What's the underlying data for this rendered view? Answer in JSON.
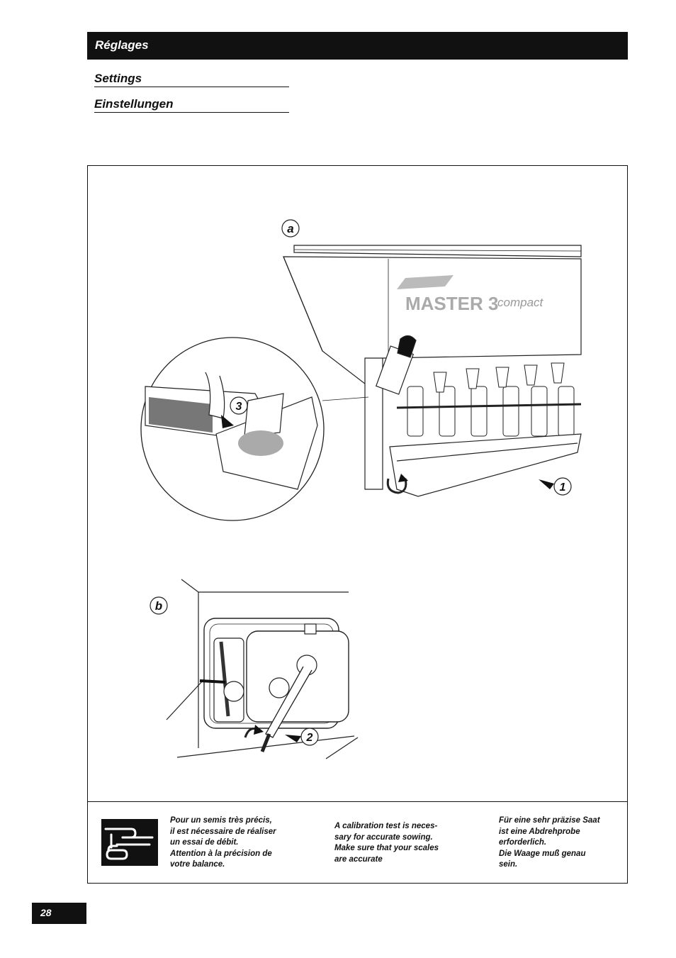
{
  "header": {
    "title": "Réglages"
  },
  "subheadings": {
    "en": "Settings",
    "de": "Einstellungen"
  },
  "figure": {
    "label_a": "a",
    "label_b": "b",
    "brand": "MASTER 3",
    "brand_suffix": "compact",
    "callout_1": "1",
    "callout_2": "2",
    "callout_3": "3"
  },
  "note": {
    "icon": "pointing-hand-icon",
    "fr": "Pour un semis très précis,\nil est nécessaire de réaliser\nun essai de débit.\nAttention à la précision de\nvotre balance.",
    "en": "A calibration test is neces-\nsary for accurate sowing.\nMake sure that your scales\nare accurate",
    "de": "Für eine sehr präzise Saat\nist eine Abdrehprobe\nerforderlich.\nDie Waage muß genau\nsein."
  },
  "page": {
    "number": "28"
  }
}
